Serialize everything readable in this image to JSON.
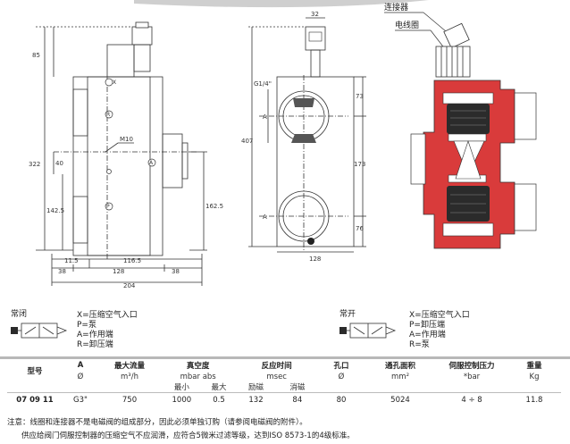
{
  "labels": {
    "connector": "连接器",
    "coil": "电线圈",
    "nc": "常闭",
    "no": "常开"
  },
  "dimensions": {
    "d32": "32",
    "d85": "85",
    "d322": "322",
    "d40": "40",
    "d1425": "142.5",
    "d1625": "162.5",
    "m10": "M10",
    "d115": "11.5",
    "d1165": "116.5",
    "d38a": "38",
    "d128a": "128",
    "d38b": "38",
    "d204": "204",
    "d407": "407",
    "g14": "G1/4\"",
    "dA1": "A",
    "dA2": "A",
    "d73": "73",
    "d173": "173",
    "d76": "76",
    "d128b": "128"
  },
  "ports": {
    "x": "X",
    "r": "R",
    "a": "A",
    "p": "P"
  },
  "legend_nc": [
    "X=压缩空气入口",
    "P=泵",
    "A=作用端",
    "R=卸压端"
  ],
  "legend_no": [
    "X=压缩空气入口",
    "P=卸压端",
    "A=作用端",
    "R=泵"
  ],
  "table": {
    "header": [
      "型号",
      "A",
      "最大流量",
      "真空度",
      "",
      "反应时间",
      "",
      "孔口",
      "通孔面积",
      "伺服控制压力",
      "重量"
    ],
    "units": [
      "",
      "Ø",
      "m³/h",
      "mbar abs",
      "",
      "msec",
      "",
      "Ø",
      "mm²",
      "*bar",
      "Kg"
    ],
    "sub": [
      "",
      "",
      "",
      "最小",
      "最大",
      "励磁",
      "消磁",
      "",
      "",
      "",
      ""
    ],
    "row": [
      "07 09 11",
      "G3\"",
      "750",
      "1000",
      "0.5",
      "132",
      "84",
      "80",
      "5024",
      "4 ÷ 8",
      "11.8"
    ]
  },
  "notes": [
    "注意：线圈和连接器不是电磁阀的组成部分，因此必须单独订购（请参阅电磁阀的附件）。",
    "供应给阀门伺服控制器的压缩空气不应润滑，应符合5微米过滤等级，达到ISO 8573-1的4级标准。"
  ],
  "colors": {
    "section_red": "#d93b3b",
    "section_dark": "#2b2b2b",
    "line": "#333333"
  }
}
